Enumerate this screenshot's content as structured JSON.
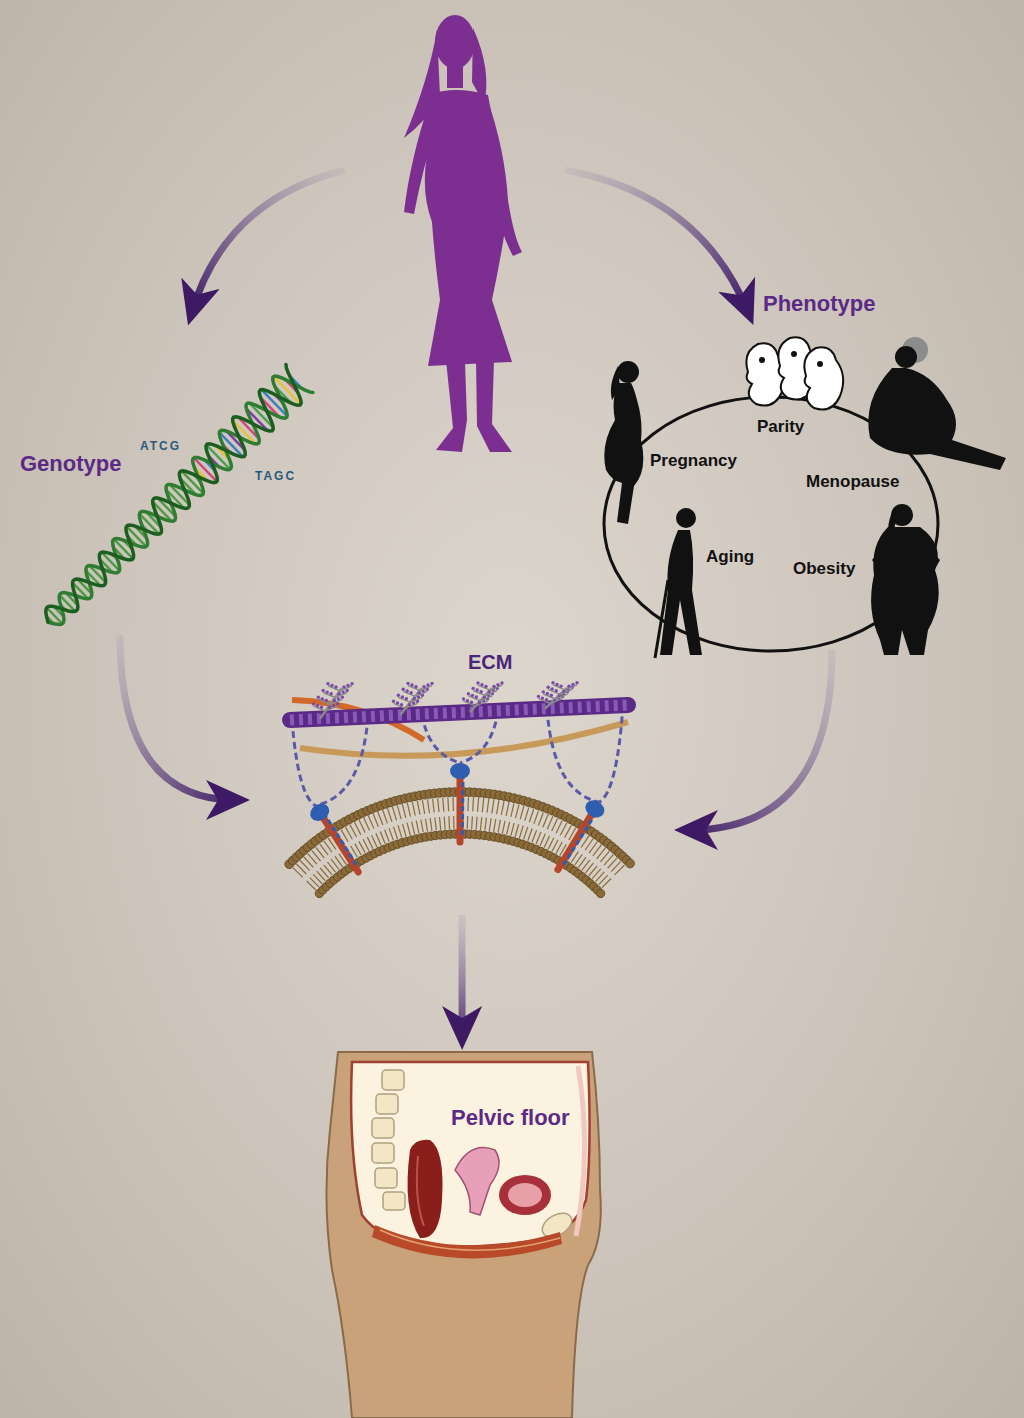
{
  "diagram": {
    "nodes": [
      {
        "text": [
          "Genotype"
        ]
      },
      {
        "text": [
          "Phenotype",
          "Parity",
          "Pregnancy",
          "Menopause",
          "Aging",
          "Obesity"
        ]
      },
      {
        "text": [
          "ECM"
        ]
      },
      {
        "text": [
          "Pelvic floor"
        ]
      }
    ],
    "edges": [
      {
        "from": 0,
        "to": 2,
        "arrow": "to"
      },
      {
        "from": 1,
        "to": 2,
        "arrow": "to"
      },
      {
        "from": 2,
        "to": 3,
        "arrow": "to"
      }
    ],
    "labels": [
      "ATCG",
      "TAGC"
    ]
  }
}
